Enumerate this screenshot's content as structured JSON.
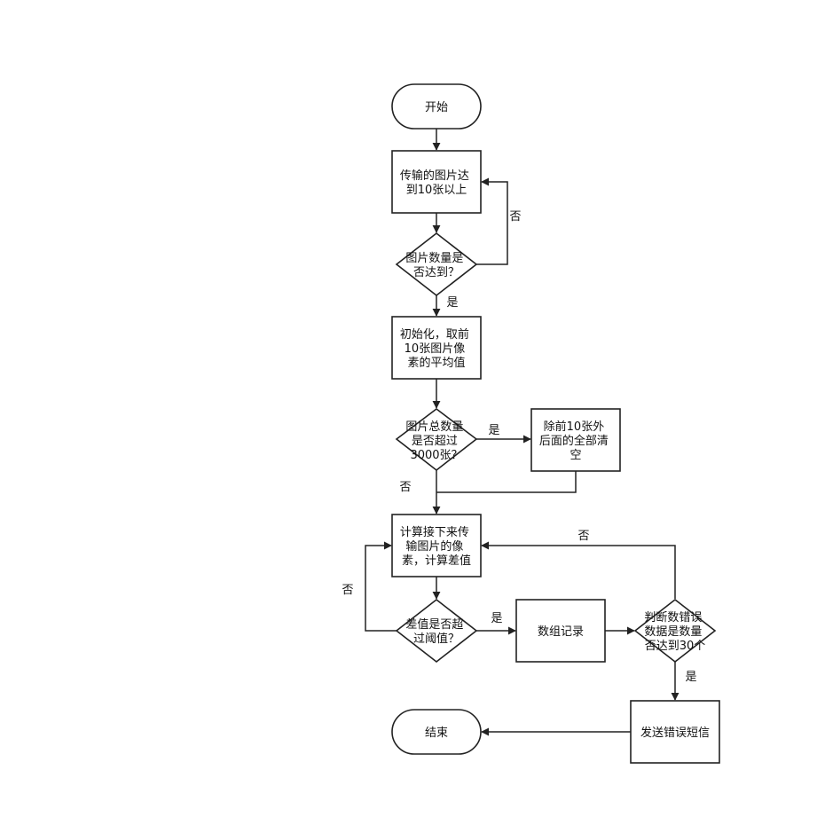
{
  "nodes": {
    "start": [
      "开始"
    ],
    "transfer": [
      "传输的图片达",
      "到10张以上"
    ],
    "count_check": [
      "图片数量是",
      "否达到？"
    ],
    "init": [
      "初始化，取前",
      "10张图片像",
      "素的平均值"
    ],
    "total_check": [
      "图片总数量",
      "是否超过",
      "3000张？"
    ],
    "clear": [
      "除前10张外",
      "后面的全部清",
      "空"
    ],
    "compute": [
      "计算接下来传",
      "输图片的像",
      "素，计算差值"
    ],
    "diff_check": [
      "差值是否超",
      "过阈值？"
    ],
    "record": [
      "数组记录"
    ],
    "error_check": [
      "判断数错误",
      "数据是数量",
      "否达到30个"
    ],
    "send_sms": [
      "发送错误短信"
    ],
    "end": [
      "结束"
    ]
  },
  "edge_labels": {
    "count_no": "否",
    "count_yes": "是",
    "total_yes": "是",
    "total_no": "否",
    "diff_no": "否",
    "diff_yes": "是",
    "error_no": "否",
    "error_yes": "是"
  }
}
